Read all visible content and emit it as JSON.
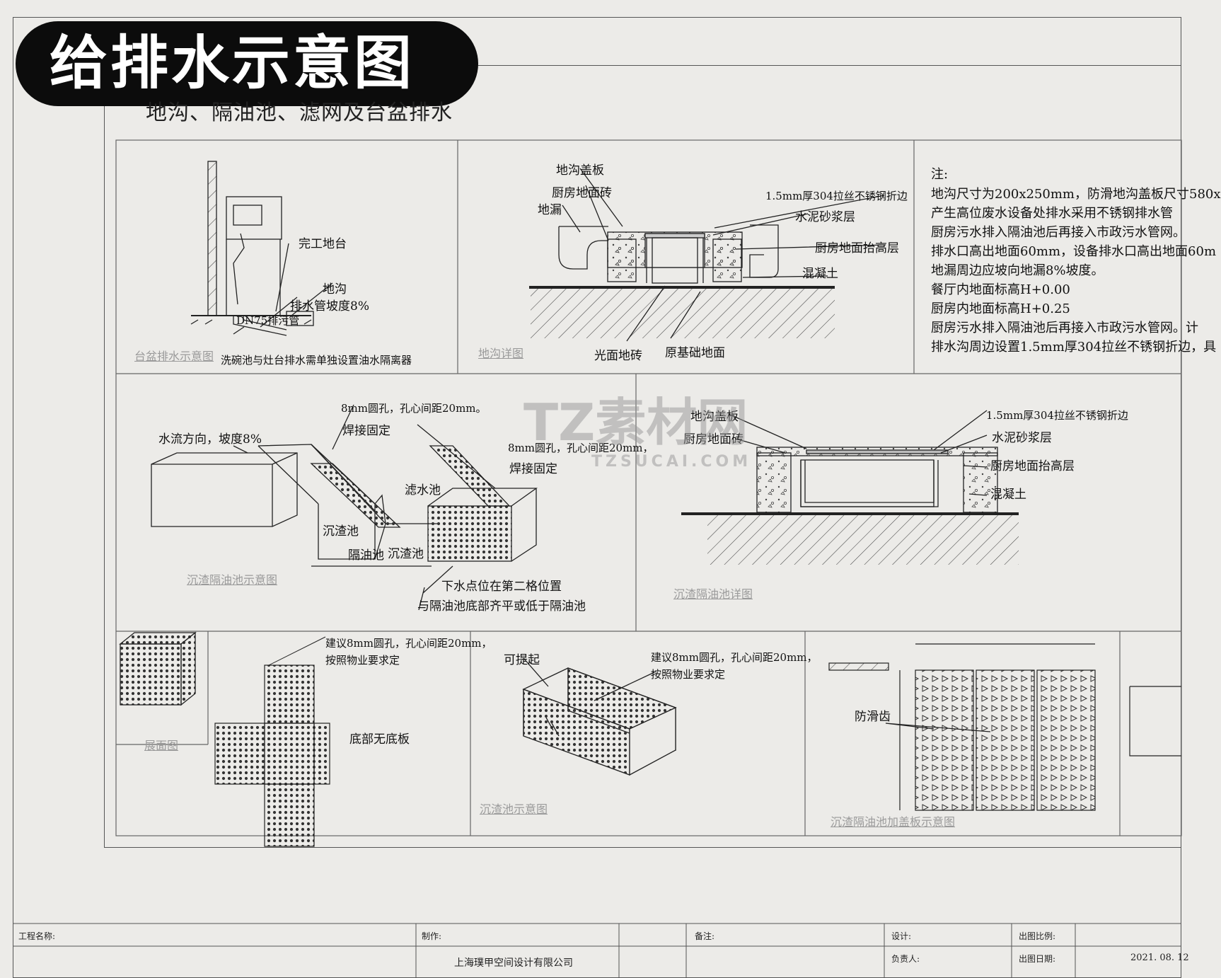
{
  "banner": "给排水示意图",
  "sheet_title": "地沟、隔油池、滤网及台盆排水",
  "panel1": {
    "counter_label": "完工地台",
    "trench_label": "地沟",
    "slope_label": "排水管坡度8%",
    "pipe_label": "DN75排污管",
    "caption": "台盆排水示意图",
    "remark": "洗碗池与灶台排水需单独设置油水隔离器"
  },
  "panel2": {
    "cover_label": "地沟盖板",
    "tile_label": "厨房地面砖",
    "drain_label": "地漏",
    "steel_label": "1.5mm厚304拉丝不锈钢折边",
    "mortar_label": "水泥砂浆层",
    "raise_label": "厨房地面抬高层",
    "concrete_label": "混凝土",
    "smooth_label": "光面地砖",
    "base_label": "原基础地面",
    "caption": "地沟详图"
  },
  "notes": {
    "head": "注:",
    "lines": [
      "地沟尺寸为200x250mm，防滑地沟盖板尺寸580x",
      "产生高位废水设备处排水采用不锈钢排水管",
      "厨房污水排入隔油池后再接入市政污水管网。",
      "排水口高出地面60mm，设备排水口高出地面60m",
      "地漏周边应坡向地漏8%坡度。",
      "餐厅内地面标高H+0.00",
      "厨房内地面标高H+0.25",
      "厨房污水排入隔油池后再接入市政污水管网。计",
      "排水沟周边设置1.5mm厚304拉丝不锈钢折边，具"
    ]
  },
  "panel3": {
    "hole1": "8mm圆孔，孔心间距20mm。",
    "weld1": "焊接固定",
    "flow": "水流方向，坡度8%",
    "hole2": "8mm圆孔，孔心间距20mm，",
    "weld2": "焊接固定",
    "filter": "滤水池",
    "settle1": "沉渣池",
    "oil": "隔油池",
    "settle2": "沉渣池",
    "outlet": "下水点位在第二格位置",
    "bottom": "与隔油池底部齐平或低于隔油池",
    "caption": "沉渣隔油池示意图"
  },
  "panel4": {
    "cover_label": "地沟盖板",
    "tile_label": "厨房地面砖",
    "steel_label": "1.5mm厚304拉丝不锈钢折边",
    "mortar_label": "水泥砂浆层",
    "raise_label": "厨房地面抬高层",
    "concrete_label": "混凝土",
    "caption": "沉渣隔油池详图"
  },
  "panel5": {
    "caption": "展面图"
  },
  "panel6": {
    "hole": "建议8mm圆孔，孔心间距20mm，",
    "req": "按照物业要求定",
    "base": "底部无底板"
  },
  "panel7": {
    "lift": "可提起",
    "hole": "建议8mm圆孔，孔心间距20mm，",
    "req": "按照物业要求定",
    "caption": "沉渣池示意图"
  },
  "panel8": {
    "anti": "防滑齿",
    "caption": "沉渣隔油池加盖板示意图"
  },
  "watermark": {
    "main": "TZ素材网",
    "sub": "TZSUCAI.COM"
  },
  "titleblock": {
    "project": "工程名称:",
    "made": "制作:",
    "company": "上海璞甲空间设计有限公司",
    "remarks": "备注:",
    "design": "设计:",
    "check": "负责人:",
    "scale": "出图比例:",
    "date_label": "出图日期:",
    "date": "2021. 08. 12"
  }
}
